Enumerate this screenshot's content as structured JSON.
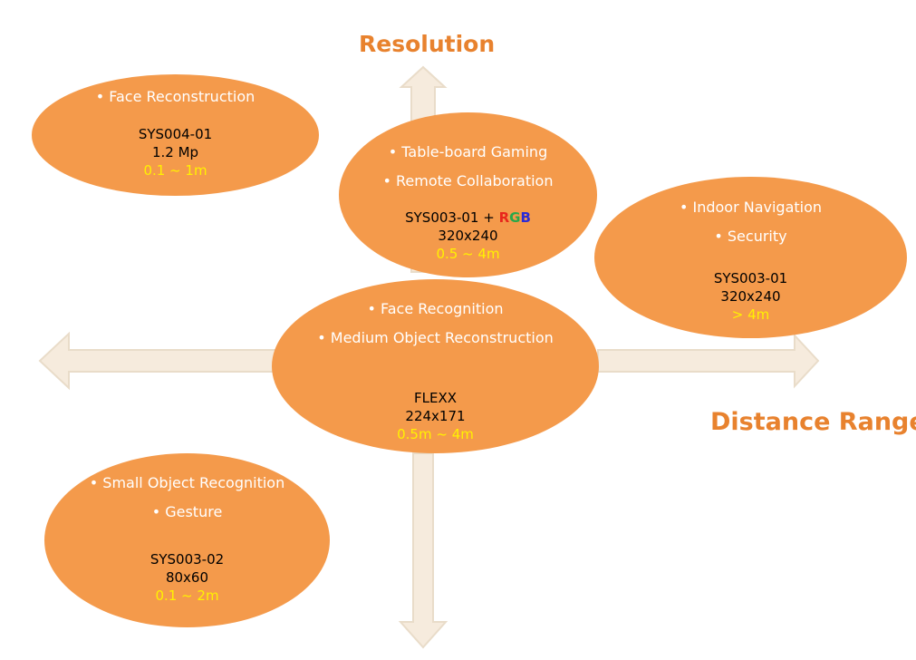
{
  "axes": {
    "vertical_label": "Resolution",
    "horizontal_label": "Distance Range"
  },
  "colors": {
    "bubble": "#F49A4B",
    "axis_label": "#E8822E",
    "arrow_fill": "#F6EBDD",
    "arrow_stroke": "#E9DCC9",
    "app_text": "#FFFFFF",
    "range_text": "#FFF200"
  },
  "bubbles": {
    "face_reconstruction": {
      "apps": [
        "• Face Reconstruction"
      ],
      "model": "SYS004-01",
      "resolution": "1.2 Mp",
      "range": "0.1 ~ 1m"
    },
    "table_board": {
      "apps": [
        "• Table-board Gaming",
        "• Remote Collaboration"
      ],
      "model_prefix": "SYS003-01 + ",
      "model_r": "R",
      "model_g": "G",
      "model_b": "B",
      "resolution": "320x240",
      "range": "0.5 ~ 4m"
    },
    "indoor_navigation": {
      "apps": [
        "• Indoor Navigation",
        "• Security"
      ],
      "model": "SYS003-01",
      "resolution": "320x240",
      "range": "> 4m"
    },
    "flexx": {
      "apps": [
        "• Face Recognition",
        "• Medium Object Reconstruction"
      ],
      "model": "FLEXX",
      "resolution": "224x171",
      "range": "0.5m ~ 4m"
    },
    "small_object": {
      "apps": [
        "• Small Object Recognition",
        "• Gesture"
      ],
      "model": "SYS003-02",
      "resolution": "80x60",
      "range": "0.1 ~ 2m"
    }
  }
}
